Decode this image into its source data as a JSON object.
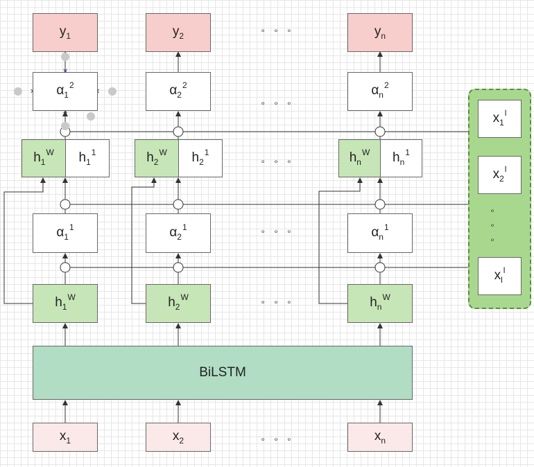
{
  "diagram": {
    "bilstm": "BiLSTM",
    "outputs": [
      {
        "base": "y",
        "sub": "1",
        "sup": ""
      },
      {
        "base": "y",
        "sub": "2",
        "sup": ""
      },
      {
        "base": "y",
        "sub": "n",
        "sup": ""
      }
    ],
    "alpha2": [
      {
        "base": "α",
        "sub": "1",
        "sup": "2"
      },
      {
        "base": "α",
        "sub": "2",
        "sup": "2"
      },
      {
        "base": "α",
        "sub": "n",
        "sup": "2"
      }
    ],
    "hw_top": [
      {
        "base": "h",
        "sub": "1",
        "sup": "W"
      },
      {
        "base": "h",
        "sub": "2",
        "sup": "W"
      },
      {
        "base": "h",
        "sub": "n",
        "sup": "W"
      }
    ],
    "h1": [
      {
        "base": "h",
        "sub": "1",
        "sup": "1"
      },
      {
        "base": "h",
        "sub": "2",
        "sup": "1"
      },
      {
        "base": "h",
        "sub": "n",
        "sup": "1"
      }
    ],
    "alpha1": [
      {
        "base": "α",
        "sub": "1",
        "sup": "1"
      },
      {
        "base": "α",
        "sub": "2",
        "sup": "1"
      },
      {
        "base": "α",
        "sub": "n",
        "sup": "1"
      }
    ],
    "hw_bottom": [
      {
        "base": "h",
        "sub": "1",
        "sup": "W"
      },
      {
        "base": "h",
        "sub": "2",
        "sup": "W"
      },
      {
        "base": "h",
        "sub": "n",
        "sup": "W"
      }
    ],
    "inputs": [
      {
        "base": "x",
        "sub": "1",
        "sup": ""
      },
      {
        "base": "x",
        "sub": "2",
        "sup": ""
      },
      {
        "base": "x",
        "sub": "n",
        "sup": ""
      }
    ],
    "side": [
      {
        "base": "x",
        "sub": "1",
        "sup": "l"
      },
      {
        "base": "x",
        "sub": "2",
        "sup": "l"
      },
      {
        "base": "x",
        "sub": "l",
        "sup": "l"
      }
    ],
    "ellipsis": "∘ ∘ ∘",
    "vdot": "∘"
  }
}
